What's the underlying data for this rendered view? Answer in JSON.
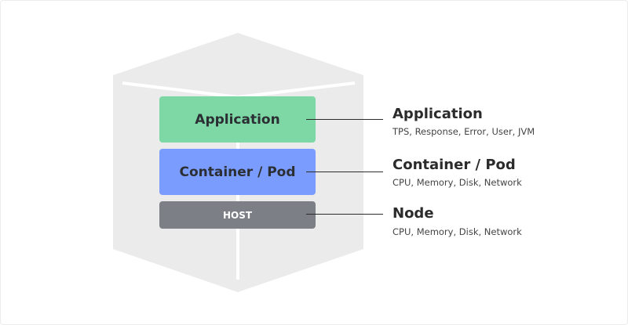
{
  "colors": {
    "cube": "#ebebeb",
    "cube_lines": "#ffffff",
    "application_layer": "#7dd8a5",
    "container_layer": "#7b9cff",
    "host_layer": "#7d7f86",
    "connector": "#2b2b2b"
  },
  "layers": {
    "application": "Application",
    "container": "Container / Pod",
    "host": "HOST"
  },
  "labels": [
    {
      "title": "Application",
      "subtitle": "TPS, Response, Error, User, JVM"
    },
    {
      "title": "Container / Pod",
      "subtitle": "CPU, Memory, Disk, Network"
    },
    {
      "title": "Node",
      "subtitle": "CPU, Memory, Disk, Network"
    }
  ]
}
